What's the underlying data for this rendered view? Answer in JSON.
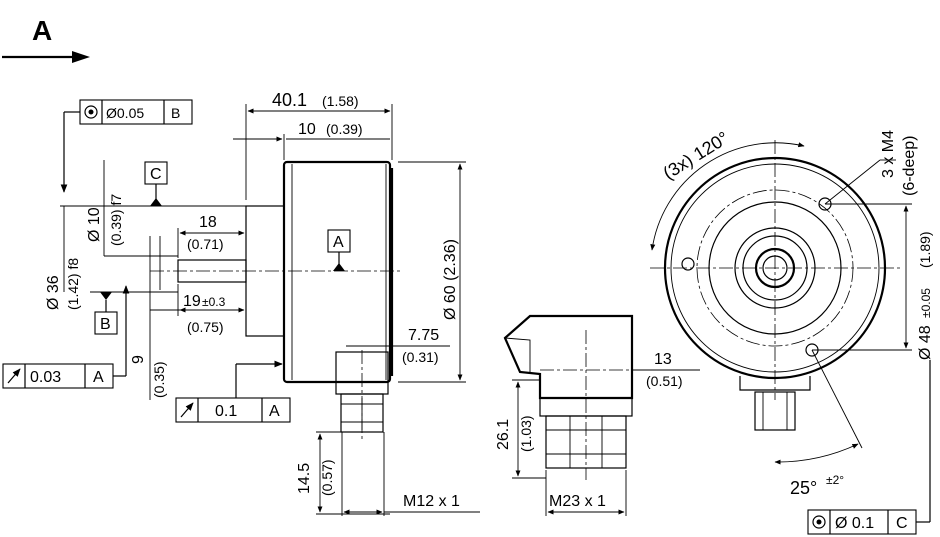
{
  "view_label": "A",
  "tolerances": {
    "concentricity_shaft": {
      "value": "Ø0.05",
      "datum": "B"
    },
    "runout_face": {
      "value": "0.03",
      "datum": "A"
    },
    "runout_flange": {
      "value": "0.1",
      "datum": "A"
    },
    "concentricity_bolt": {
      "value": "Ø 0.1",
      "datum": "C"
    }
  },
  "datums": {
    "c": "C",
    "a": "A",
    "b": "B"
  },
  "dims": {
    "d_40_1": "40.1",
    "d_40_1_in": "(1.58)",
    "d_10": "10",
    "d_10_in": "(0.39)",
    "d_18": "18",
    "d_18_in": "(0.71)",
    "d_19": "19",
    "d_19_tol": "±0.3",
    "d_19_in": "(0.75)",
    "d_shaft": "Ø 10",
    "d_shaft_in": "(0.39) f7",
    "d_36": "Ø 36",
    "d_36_in": "(1.42) f8",
    "d_9": "9",
    "d_9_in": "(0.35)",
    "d_60": "Ø 60 (2.36)",
    "d_7_75": "7.75",
    "d_7_75_in": "(0.31)",
    "d_14_5": "14.5",
    "d_14_5_in": "(0.57)",
    "d_m12": "M12 x 1",
    "d_13": "13",
    "d_13_in": "(0.51)",
    "d_26_1": "26.1",
    "d_26_1_in": "(1.03)",
    "d_m23": "M23 x 1",
    "d_120": "(3x) 120°",
    "d_m4": "3 x M4",
    "d_m4_deep": "(6-deep)",
    "d_48": "Ø 48",
    "d_48_tol": "±0.05",
    "d_48_in": "(1.89)",
    "d_25": "25°",
    "d_25_tol": "±2°"
  }
}
